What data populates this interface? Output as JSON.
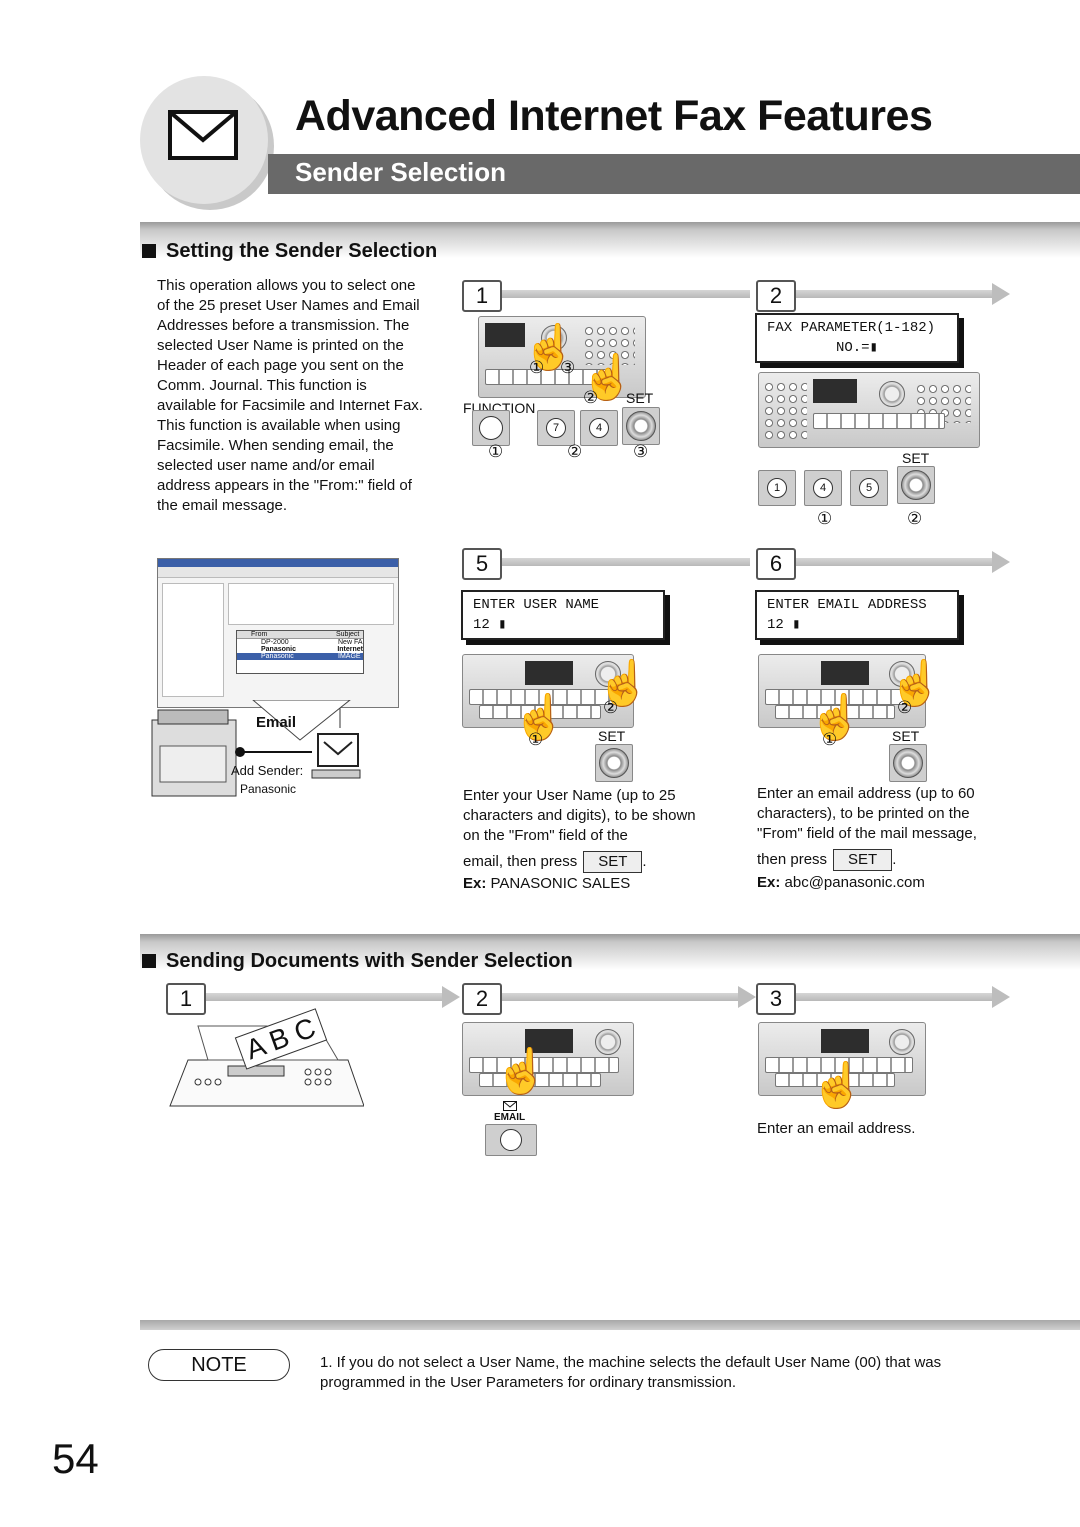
{
  "header": {
    "title": "Advanced Internet Fax Features",
    "subtitle": "Sender Selection",
    "icon": "envelope-icon"
  },
  "section1": {
    "heading": "Setting the Sender Selection",
    "intro": "This operation allows you to select one of the 25 preset User Names and Email Addresses before a transmission. The selected User Name is printed on the Header of each page you sent on the Comm. Journal. This function is available for Facsimile and Internet Fax. This function is available when using Facsimile. When sending email, the selected user name and/or email address appears in the \"From:\" field of the email message.",
    "steps": {
      "s1": {
        "num": "1",
        "function_label": "FUNCTION",
        "set_label": "SET",
        "keys": [
          "7",
          "4"
        ],
        "markers": [
          "①",
          "②",
          "③"
        ],
        "hand_markers": [
          "①",
          "③",
          "②"
        ]
      },
      "s2": {
        "num": "2",
        "lcd_line1": "FAX PARAMETER(1-182)",
        "lcd_line2": "NO.=▮",
        "set_label": "SET",
        "keys": [
          "1",
          "4",
          "5"
        ],
        "markers": [
          "①",
          "②"
        ]
      },
      "s5": {
        "num": "5",
        "lcd_line1": "ENTER USER NAME",
        "lcd_line2": "12 ▮",
        "set_label": "SET",
        "hand_markers": [
          "②",
          "①"
        ],
        "desc": "Enter your User Name (up to 25 characters and digits), to be shown on the \"From\" field of the",
        "desc2": "email, then press",
        "set_btn": "SET",
        "period": ".",
        "ex_label": "Ex:",
        "ex_value": "PANASONIC SALES"
      },
      "s6": {
        "num": "6",
        "lcd_line1": "ENTER EMAIL ADDRESS",
        "lcd_line2": "12 ▮",
        "set_label": "SET",
        "hand_markers": [
          "②",
          "①"
        ],
        "desc": "Enter an email address (up to 60 characters), to be printed on the \"From\" field of the mail message,",
        "desc2": "then press",
        "set_btn": "SET",
        "period": ".",
        "ex_label": "Ex:",
        "ex_value": "abc@panasonic.com"
      }
    },
    "illustration": {
      "email_label": "Email",
      "add_sender": "Add Sender:",
      "sender_name": "Panasonic",
      "mail_from_header": "From",
      "mail_subject_header": "Subject",
      "mail_rows": [
        {
          "from": "DP-2000",
          "subject": "New FA"
        },
        {
          "from": "Panasonic",
          "subject": "Internet"
        },
        {
          "from": "Panasonic",
          "subject": "IMAGE"
        }
      ]
    }
  },
  "section2": {
    "heading": "Sending Documents with Sender Selection",
    "steps": {
      "s1": {
        "num": "1",
        "doc_letters": "A B C"
      },
      "s2": {
        "num": "2",
        "email_label": "EMAIL"
      },
      "s3": {
        "num": "3",
        "desc": "Enter an email address."
      }
    }
  },
  "note": {
    "badge": "NOTE",
    "text": "1. If you do not select a User Name, the machine selects the default User Name (00) that was programmed in the User Parameters for ordinary transmission."
  },
  "page_number": "54"
}
